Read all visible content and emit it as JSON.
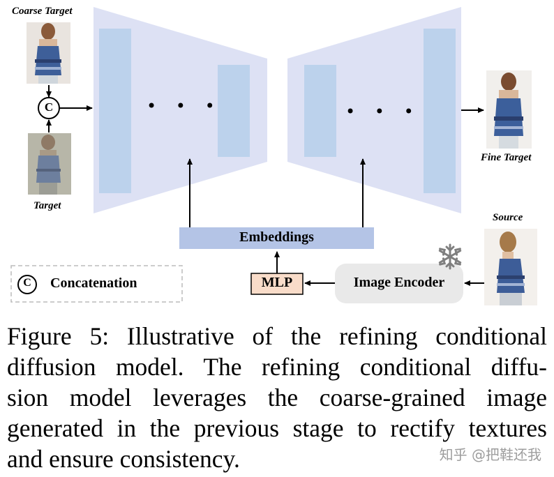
{
  "figure": {
    "labels": {
      "coarse_target": "Coarse Target",
      "target": "Target",
      "fine_target": "Fine Target",
      "source": "Source",
      "concat_symbol": "C",
      "dots_left": "• • •",
      "dots_right": "• • •"
    },
    "boxes": {
      "embeddings": "Embeddings",
      "mlp": "MLP",
      "image_encoder": "Image Encoder"
    },
    "legend": {
      "symbol": "C",
      "label": "Concatenation"
    },
    "colors": {
      "unet_fill": "#dde1f4",
      "unet_block": "#bcd2ec",
      "embeddings_fill": "#b4c4e6",
      "mlp_fill": "#f9dcc9",
      "encoder_fill": "#e9e9e9",
      "snowflake": "#7f7f7f"
    },
    "icons": {
      "frozen": "snowflake-icon"
    }
  },
  "caption": {
    "line1": "Figure 5: Illustrative of the refining conditional",
    "line2": "diffusion model. The refining conditional diffu-",
    "line3": "sion model leverages the coarse-grained image",
    "line4": "generated in the previous stage to rectify textures",
    "line5": "and ensure consistency."
  },
  "watermark": "知乎 @把鞋还我"
}
